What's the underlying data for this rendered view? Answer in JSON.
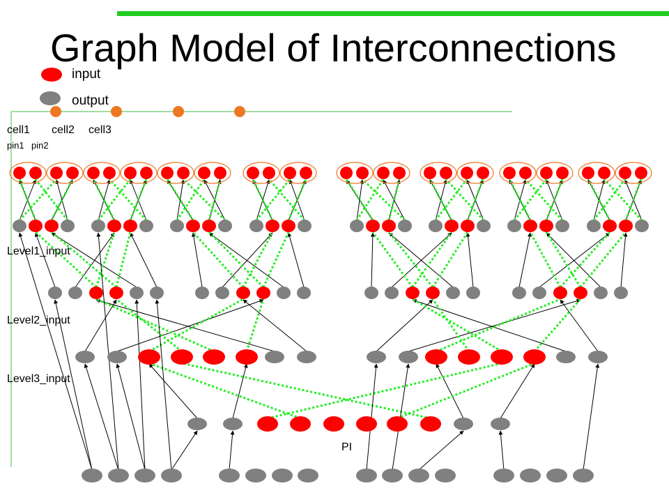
{
  "title": "Graph Model of Interconnections",
  "legend": {
    "input_label": "input",
    "output_label": "output",
    "input_color": "#ff0000",
    "output_color": "#808080"
  },
  "labels": {
    "cell1": "cell1",
    "cell2": "cell2",
    "cell3": "cell3",
    "pin1": "pin1",
    "pin2": "pin2",
    "level1": "Level1_input",
    "level2": "Level2_input",
    "level3": "Level3_input",
    "pi": "PI"
  },
  "colors": {
    "accent_bar": "#22cc22",
    "frame": "#44bb44",
    "cell_node": "#ee7722",
    "dotted_link": "#22ee22"
  }
}
